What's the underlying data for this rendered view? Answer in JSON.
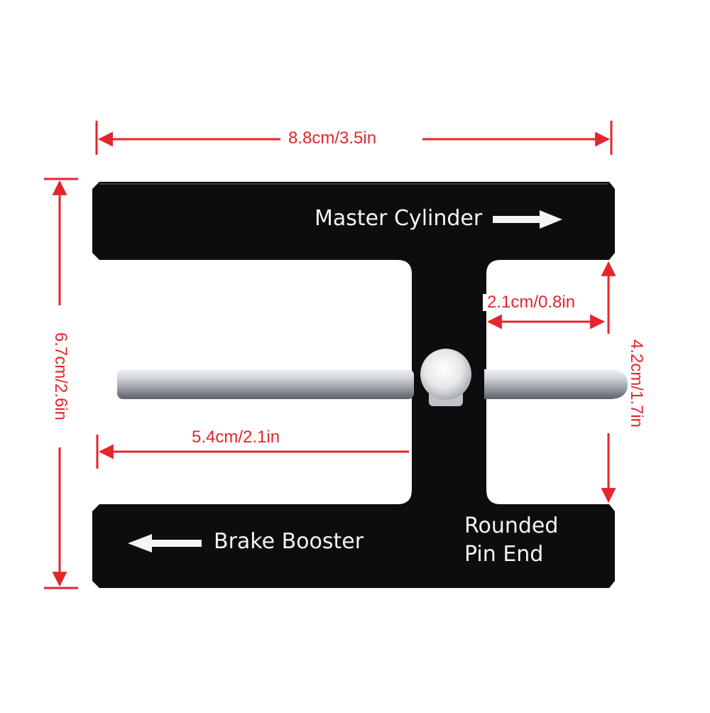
{
  "product": {
    "body_color": "#0d0d0f",
    "pin_color": "#b8bcc2",
    "knob_color": "#e8e8ea",
    "labels": {
      "master_cylinder": "Master Cylinder",
      "brake_booster": "Brake Booster",
      "rounded_pin_end_line1": "Rounded",
      "rounded_pin_end_line2": "Pin End"
    },
    "arrows": {
      "master_cylinder": "right",
      "brake_booster": "left"
    }
  },
  "dimensions": {
    "color": "#e3262b",
    "overall_width": "8.8cm/3.5in",
    "overall_height": "6.7cm/2.6in",
    "slot_gap": "4.2cm/1.7in",
    "pin_reach": "2.1cm/0.8in",
    "left_span": "5.4cm/2.1in"
  }
}
